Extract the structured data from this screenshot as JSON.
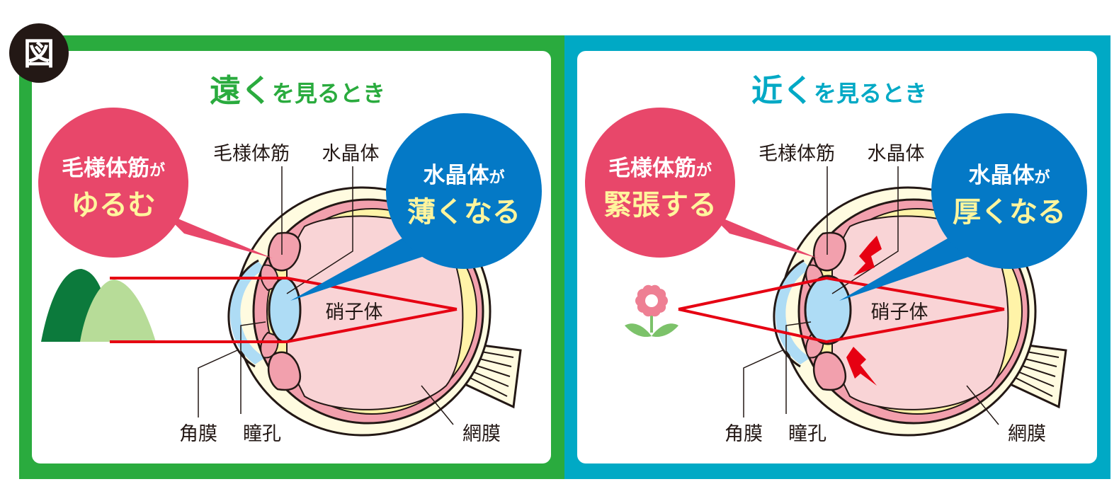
{
  "badge": "図",
  "colors": {
    "far": "#2aab3e",
    "near": "#00a9c5",
    "muscle_bubble": "#e8476a",
    "lens_bubble": "#0479c6",
    "bubble_accent": "#fff59d",
    "ray": "#e60012"
  },
  "panels": [
    {
      "title_main": "遠く",
      "title_rest": "を見るとき",
      "muscle_bubble": {
        "line1": "毛様体筋",
        "line1_suffix": "が",
        "line2": "ゆるむ"
      },
      "lens_bubble": {
        "line1": "水晶体",
        "line1_suffix": "が",
        "line2": "薄くなる"
      },
      "labels": {
        "ciliary": "毛様体筋",
        "lens": "水晶体",
        "vitreous": "硝子体",
        "cornea": "角膜",
        "pupil": "瞳孔",
        "retina": "網膜"
      }
    },
    {
      "title_main": "近く",
      "title_rest": "を見るとき",
      "muscle_bubble": {
        "line1": "毛様体筋",
        "line1_suffix": "が",
        "line2": "緊張する"
      },
      "lens_bubble": {
        "line1": "水晶体",
        "line1_suffix": "が",
        "line2": "厚くなる"
      },
      "labels": {
        "ciliary": "毛様体筋",
        "lens": "水晶体",
        "vitreous": "硝子体",
        "cornea": "角膜",
        "pupil": "瞳孔",
        "retina": "網膜"
      }
    }
  ]
}
